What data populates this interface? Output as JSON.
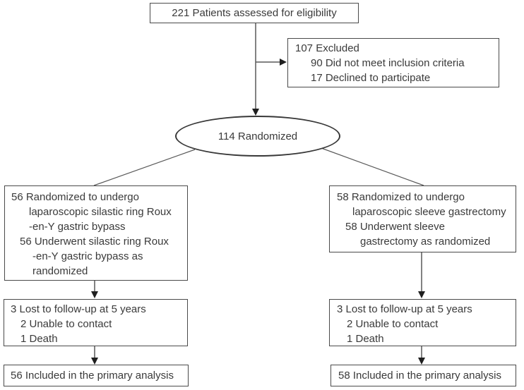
{
  "flow": {
    "assessed": {
      "label": "221 Patients assessed for eligibility"
    },
    "excluded": {
      "lines": [
        "107 Excluded",
        "90 Did not meet inclusion criteria",
        "17 Declined to participate"
      ]
    },
    "randomized": {
      "label": "114 Randomized"
    },
    "bypass_arm": {
      "lines": [
        "56 Randomized to undergo",
        "laparoscopic silastic ring Roux",
        "-en-Y gastric bypass",
        "56 Underwent silastic ring Roux",
        "-en-Y gastric bypass as",
        "randomized"
      ]
    },
    "sleeve_arm": {
      "lines": [
        "58 Randomized to undergo",
        "laparoscopic sleeve gastrectomy",
        "58 Underwent sleeve",
        "gastrectomy as randomized"
      ]
    },
    "bypass_followup": {
      "lines": [
        "3 Lost to follow-up at 5 years",
        "2 Unable to contact",
        "1 Death"
      ]
    },
    "sleeve_followup": {
      "lines": [
        "3 Lost to follow-up at 5 years",
        "2 Unable to contact",
        "1 Death"
      ]
    },
    "bypass_analysis": {
      "label": "56 Included in the primary analysis"
    },
    "sleeve_analysis": {
      "label": "58 Included in the primary analysis"
    }
  },
  "colors": {
    "border": "#4a4a4a",
    "text": "#3a3a3a",
    "connector": "#595959",
    "arrowhead": "#1f1f1f",
    "background": "#ffffff"
  }
}
